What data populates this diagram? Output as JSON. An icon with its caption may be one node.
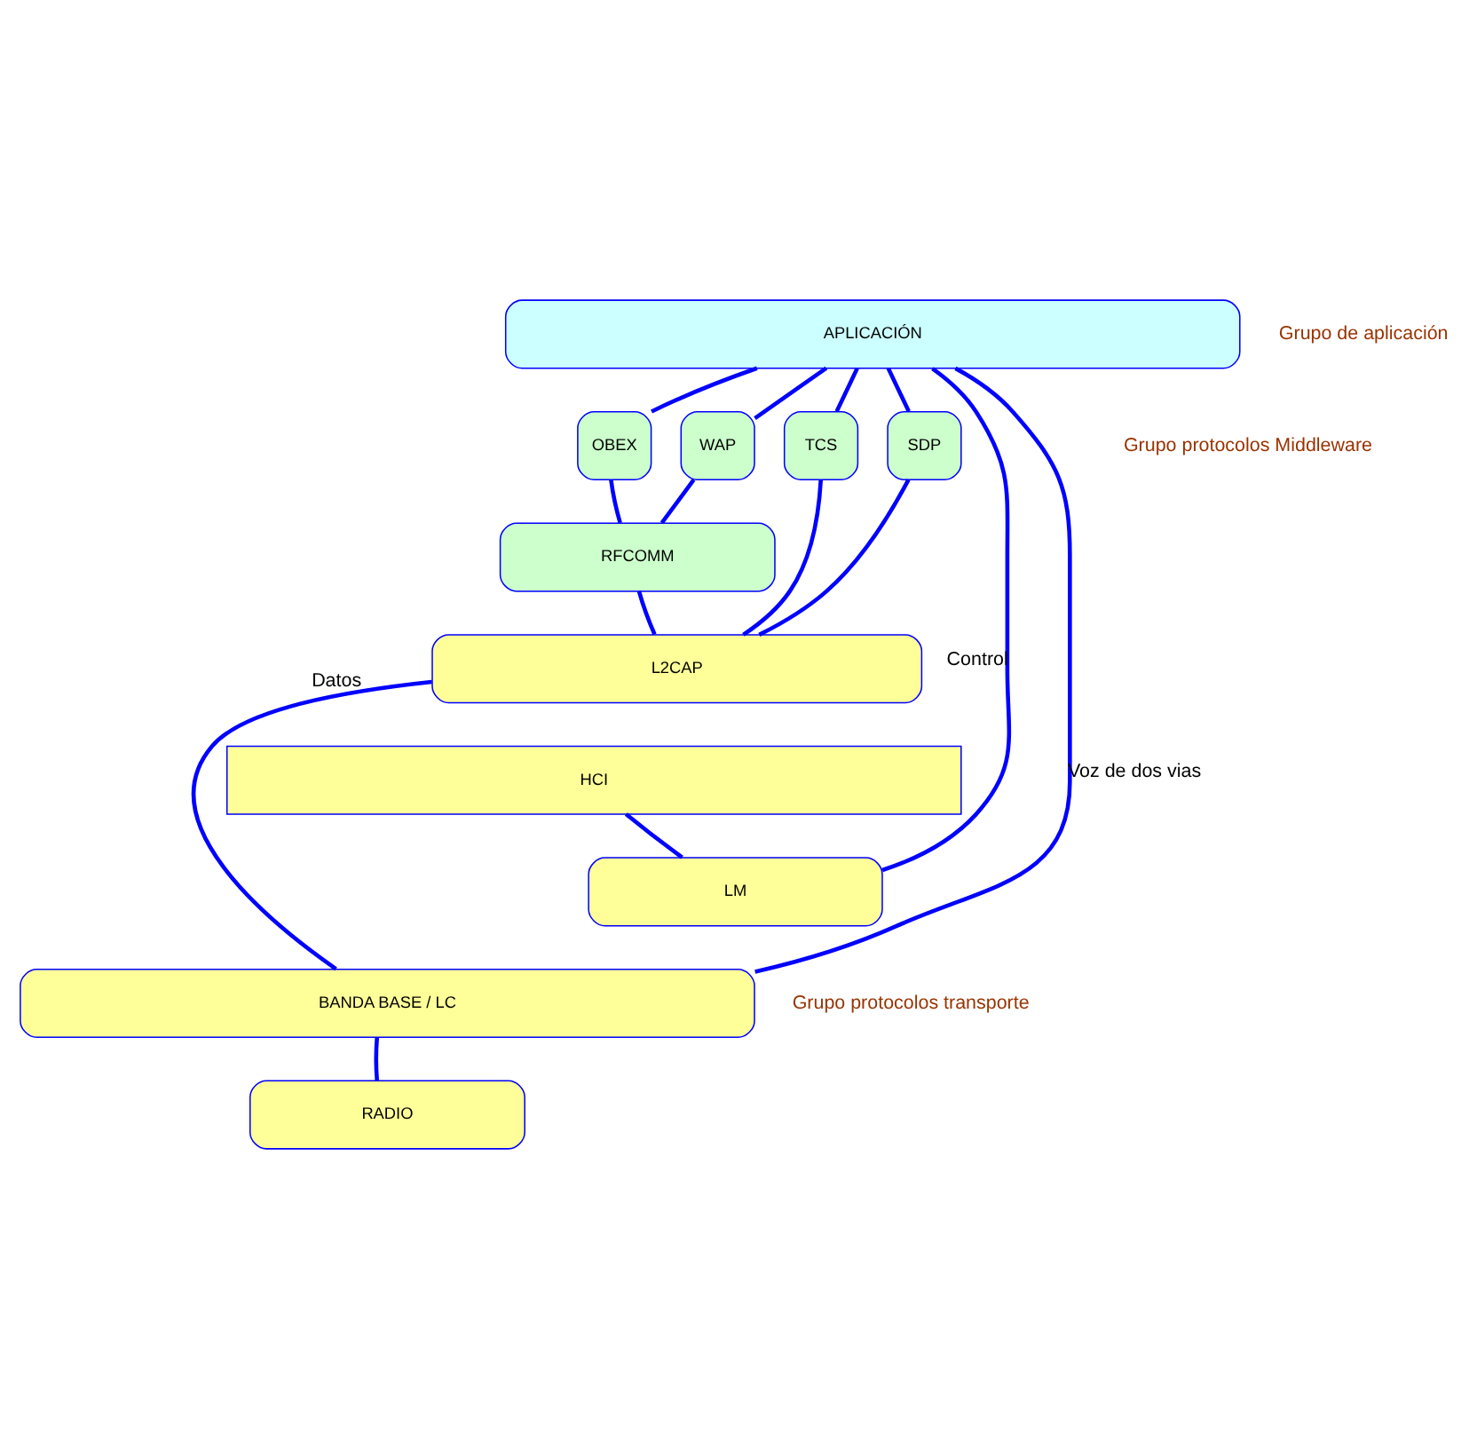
{
  "diagram": {
    "nodes": [
      {
        "text": [
          "APLICACIÓN"
        ]
      },
      {
        "text": [
          "OBEX"
        ]
      },
      {
        "text": [
          "WAP"
        ]
      },
      {
        "text": [
          "TCS"
        ]
      },
      {
        "text": [
          "SDP"
        ]
      },
      {
        "text": [
          "RFCOMM"
        ]
      },
      {
        "text": [
          "L2CAP"
        ]
      },
      {
        "text": [
          "HCI"
        ]
      },
      {
        "text": [
          "LM"
        ]
      },
      {
        "text": [
          "BANDA BASE / LC"
        ]
      },
      {
        "text": [
          "RADIO"
        ]
      }
    ],
    "edges": [
      {
        "from": 0,
        "to": 1,
        "arrow": "none"
      },
      {
        "from": 0,
        "to": 2,
        "arrow": "none"
      },
      {
        "from": 0,
        "to": 3,
        "arrow": "none"
      },
      {
        "from": 0,
        "to": 4,
        "arrow": "none"
      },
      {
        "from": 1,
        "to": 5,
        "arrow": "none"
      },
      {
        "from": 2,
        "to": 5,
        "arrow": "none"
      },
      {
        "from": 5,
        "to": 6,
        "arrow": "none"
      },
      {
        "from": 3,
        "to": 6,
        "arrow": "none"
      },
      {
        "from": 4,
        "to": 6,
        "arrow": "none"
      },
      {
        "from": 0,
        "to": 9,
        "arrow": "none",
        "label": "Voz de dos vias"
      },
      {
        "from": 0,
        "to": 8,
        "arrow": "none",
        "label": "Control"
      },
      {
        "from": 6,
        "to": 9,
        "arrow": "none",
        "label": "Datos"
      },
      {
        "from": 7,
        "to": 8,
        "arrow": "none"
      },
      {
        "from": 9,
        "to": 10,
        "arrow": "none"
      }
    ],
    "labels": [
      "Grupo de aplicación",
      "Grupo protocolos Middleware",
      "Grupo protocolos transporte"
    ]
  }
}
